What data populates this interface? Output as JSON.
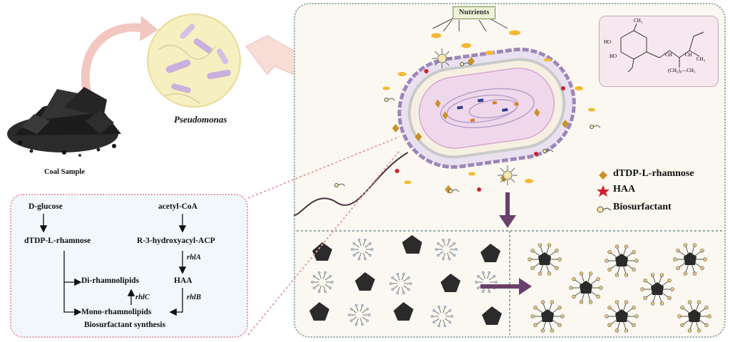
{
  "labels": {
    "coal_sample": "Coal Sample",
    "pseudomonas": "Pseudomonas",
    "nutrients": "Nutrients"
  },
  "pathway": {
    "d_glucose": "D-glucose",
    "dtdp_l_rhamnose": "dTDP-L-rhamnose",
    "acetyl_coa": "acetyl-CoA",
    "r3_hydroxyacyl_acp": "R-3-hydroxyacyl-ACP",
    "rhla": "rhlA",
    "haa": "HAA",
    "rhlb": "rhlB",
    "rhlc": "rhlC",
    "di_rhamnolipids": "Di-rhamnolipids",
    "mono_rhamnolipids": "Mono-rhamnolipids",
    "caption": "Biosurfactant synthesis"
  },
  "legend": [
    {
      "label": "dTDP-L-rhamnose",
      "symbol": "diamond",
      "color": "#c89228"
    },
    {
      "label": "HAA",
      "symbol": "star",
      "color": "#d11f2e"
    },
    {
      "label": "Biosurfactant",
      "symbol": "head-tail",
      "color": "#7a7040"
    }
  ],
  "chem_structure": {
    "ch3_top": "CH₃",
    "ho_1": "HO",
    "ho_2": "HO",
    "ch_1": "CH",
    "ch_2": "CH",
    "chain": "(CH₂)₆—CH₃",
    "ch3_side": "CH₃"
  },
  "colors": {
    "panel_border": "#8fa9a6",
    "pathway_border": "#e8a0a8",
    "arrow_purple": "#6b3f6b",
    "cell_membrane": "#9d86b9",
    "coal": "#1a1a1a"
  }
}
